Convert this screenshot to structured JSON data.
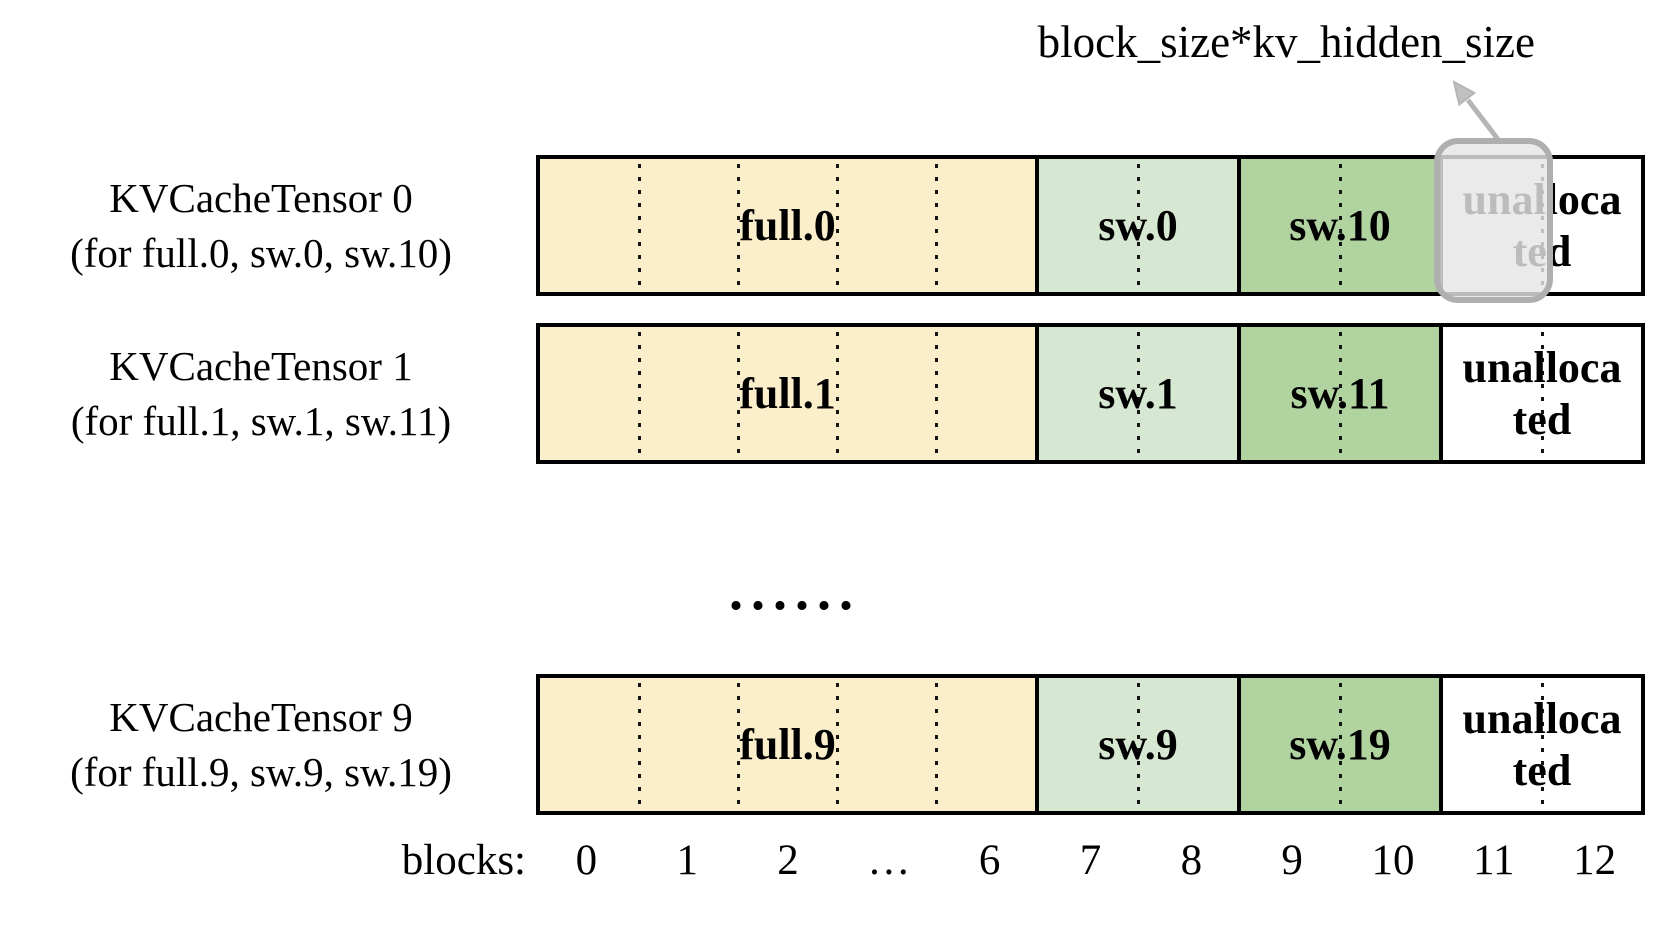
{
  "annotation": {
    "text": "block_size*kv_hidden_size",
    "target": "first unallocated block of KVCacheTensor 0"
  },
  "colors": {
    "full": "#FBEFCB",
    "sw_light": "#D7E8D2",
    "sw_dark": "#B1D3A0",
    "unallocated": "#FFFFFF",
    "border": "#000000",
    "highlight_fill": "#E5E5E5",
    "highlight_border": "#AFAFAF",
    "arrow": "#B5B5B5"
  },
  "tensors": [
    {
      "title": "KVCacheTensor 0",
      "subtitle": "(for full.0, sw.0, sw.10)",
      "highlighted": true,
      "segments": [
        {
          "label": "full.0",
          "kind": "full",
          "cells": 5
        },
        {
          "label": "sw.0",
          "kind": "sw_light",
          "cells": 2
        },
        {
          "label": "sw.10",
          "kind": "sw_dark",
          "cells": 2
        },
        {
          "label": "unallocated",
          "label_lines": [
            "unalloca",
            "ted"
          ],
          "kind": "unallocated",
          "cells": 2
        }
      ]
    },
    {
      "title": "KVCacheTensor 1",
      "subtitle": "(for full.1, sw.1, sw.11)",
      "highlighted": false,
      "segments": [
        {
          "label": "full.1",
          "kind": "full",
          "cells": 5
        },
        {
          "label": "sw.1",
          "kind": "sw_light",
          "cells": 2
        },
        {
          "label": "sw.11",
          "kind": "sw_dark",
          "cells": 2
        },
        {
          "label": "unallocated",
          "label_lines": [
            "unalloca",
            "ted"
          ],
          "kind": "unallocated",
          "cells": 2
        }
      ]
    },
    {
      "title": "KVCacheTensor 9",
      "subtitle": "(for full.9, sw.9, sw.19)",
      "highlighted": false,
      "segments": [
        {
          "label": "full.9",
          "kind": "full",
          "cells": 5
        },
        {
          "label": "sw.9",
          "kind": "sw_light",
          "cells": 2
        },
        {
          "label": "sw.19",
          "kind": "sw_dark",
          "cells": 2
        },
        {
          "label": "unallocated",
          "label_lines": [
            "unalloca",
            "ted"
          ],
          "kind": "unallocated",
          "cells": 2
        }
      ]
    }
  ],
  "ellipsis": "......",
  "axis": {
    "label": "blocks:",
    "ticks": [
      "0",
      "1",
      "2",
      "…",
      "6",
      "7",
      "8",
      "9",
      "10",
      "11",
      "12"
    ]
  }
}
